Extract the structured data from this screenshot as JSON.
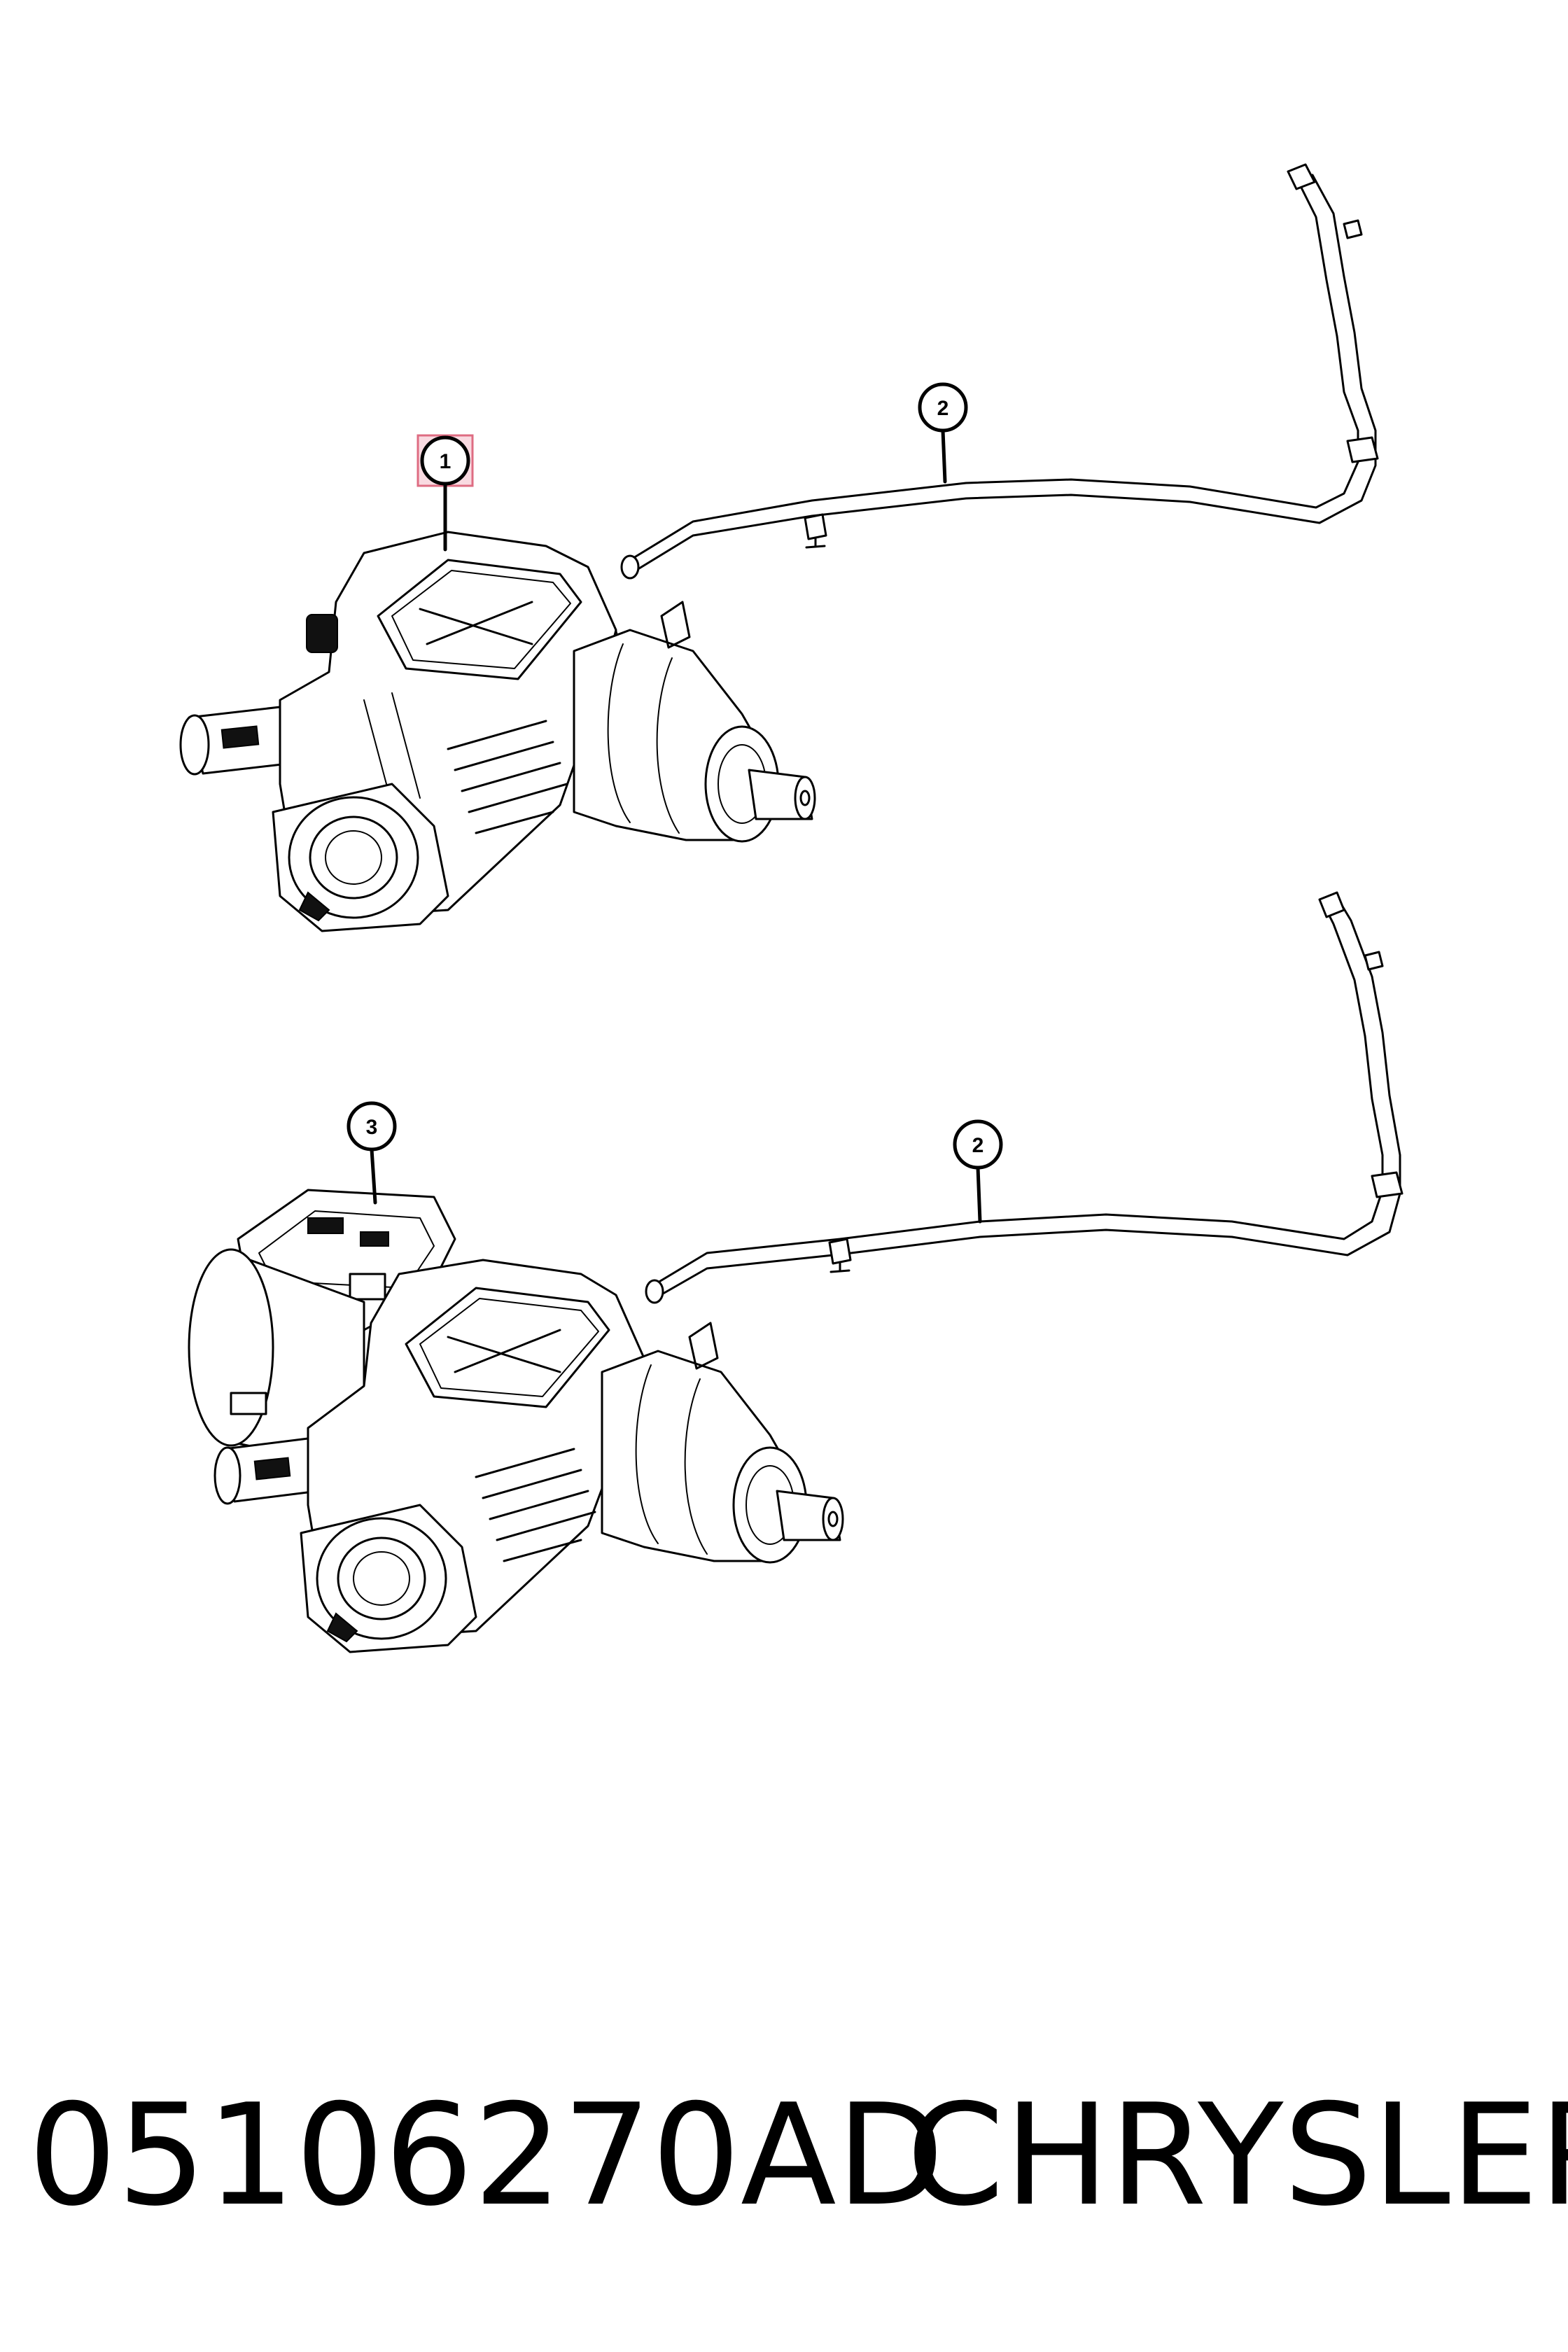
{
  "callouts": {
    "c1": "1",
    "c2a": "2",
    "c2b": "2",
    "c3": "3"
  },
  "highlight": {
    "color": "#f9d4dc",
    "border": "#d9536d",
    "target": "1"
  },
  "caption": {
    "part_number": "05106270AD",
    "brand": "CHRYSLER"
  }
}
